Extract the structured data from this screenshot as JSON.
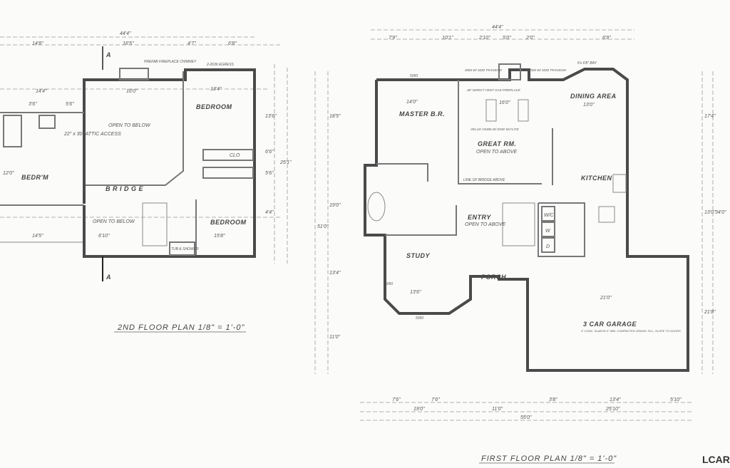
{
  "second_floor": {
    "title": "2ND FLOOR PLAN  1/8\" = 1'-0\"",
    "overall_width": "44'4\"",
    "top_dims": [
      "14'8\"",
      "16'5\"",
      "4'7\"",
      "6'8\""
    ],
    "inner_dims": [
      "14'4\"",
      "16'0\"",
      "13'4\"",
      "3'6\"",
      "5'6\"",
      "14'5\"",
      "6'10\"",
      "15'8\""
    ],
    "side_dims": [
      "13'6\"",
      "6'6\"",
      "5'6\"",
      "4'4\"",
      "25'1\"",
      "12'0\""
    ],
    "rooms": {
      "bedroom_ne": "BEDROOM",
      "bedroom_se": "BEDROOM",
      "bedroom_w": "BEDR'M",
      "open_below": "OPEN TO BELOW",
      "open_below_2": "OPEN TO BELOW",
      "bridge": "B R I D G E",
      "attic": "22\" x 30\" ATTIC ACCESS",
      "clo": "CLO",
      "tub": "TUB & SHOWER",
      "fireplace_note": "PREFAB FIREPLACE CHIMNEY",
      "egress": "2-2636 EGRESS"
    },
    "section_marker": "A"
  },
  "first_floor": {
    "title": "FIRST FLOOR PLAN  1/8\" = 1'-0\"",
    "overall_width_top": "44'4\"",
    "overall_width_bottom": "55'0\"",
    "overall_depth": "51'0\"",
    "top_dims": [
      "7'9\"",
      "10'1\"",
      "2'10\"",
      "5'0\"",
      "2'0\"",
      "6'9\""
    ],
    "bottom_dims": [
      "7'6\"",
      "7'6\"",
      "3'8\"",
      "13'4\"",
      "5'10\"",
      "19'0\"",
      "11'0\"",
      "25'10\""
    ],
    "side_dims": [
      "18'5\"",
      "19'0\"",
      "13'4\"",
      "11'0\"",
      "17'4\"",
      "13'0\"",
      "21'8\"",
      "34'0\""
    ],
    "rooms": {
      "master": "MASTER B.R.",
      "master_dim": "14'0\"",
      "great": "GREAT RM.",
      "great_sub": "OPEN TO ABOVE",
      "great_dim": "16'0\"",
      "dining": "DINING AREA",
      "dining_dim": "13'0\"",
      "kitchen": "KITCHEN",
      "entry": "ENTRY",
      "entry_sub": "OPEN TO ABOVE",
      "study": "STUDY",
      "study_dim": "13'6\"",
      "porch": "PORCH",
      "garage": "3 CAR GARAGE",
      "garage_note": "4\" CONC. SLAB W/ 6\" MIN. COMPACTED GRAVEL FILL, SLOPE TO DOORS",
      "garage_dim": "21'0\"",
      "bridge_line": "LINE OF BRIDGE ABOVE",
      "fireplace": "36\" DIRECT VENT GAS FIREPLACE",
      "skylight": "VELUX VS306 W/ EDW SKYLITE",
      "bay": "6'x 6'8\" BAY",
      "laundry": [
        "W/C",
        "W",
        "D"
      ]
    },
    "windows": [
      "5050",
      "4050 W/ 4030 TRANSOM",
      "4050 W/ 4030 TRANSOM",
      "5050",
      "5050"
    ]
  },
  "watermark": "LCAR"
}
